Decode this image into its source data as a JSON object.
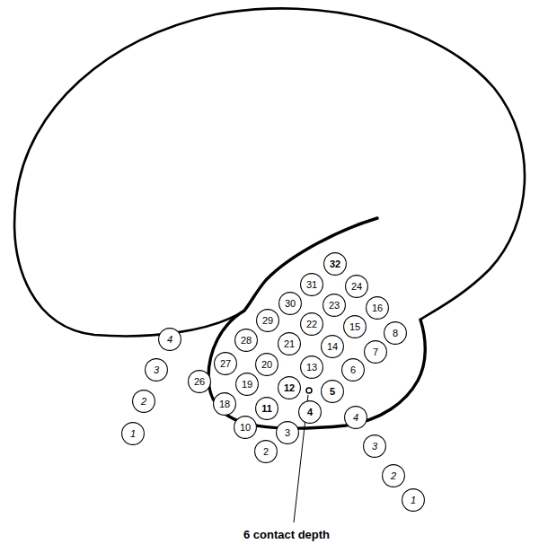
{
  "diagram": {
    "nodes": [
      {
        "text": [
          "2"
        ]
      },
      {
        "text": [
          "3"
        ]
      },
      {
        "text": [
          "4"
        ]
      },
      {
        "text": [
          "5"
        ]
      },
      {
        "text": [
          "6"
        ]
      },
      {
        "text": [
          "7"
        ]
      },
      {
        "text": [
          "8"
        ]
      },
      {
        "text": [
          "10"
        ]
      },
      {
        "text": [
          "11"
        ]
      },
      {
        "text": [
          "12"
        ]
      },
      {
        "text": [
          "13"
        ]
      },
      {
        "text": [
          "14"
        ]
      },
      {
        "text": [
          "15"
        ]
      },
      {
        "text": [
          "16"
        ]
      },
      {
        "text": [
          "18"
        ]
      },
      {
        "text": [
          "19"
        ]
      },
      {
        "text": [
          "20"
        ]
      },
      {
        "text": [
          "21"
        ]
      },
      {
        "text": [
          "22"
        ]
      },
      {
        "text": [
          "23"
        ]
      },
      {
        "text": [
          "24"
        ]
      },
      {
        "text": [
          "26"
        ]
      },
      {
        "text": [
          "27"
        ]
      },
      {
        "text": [
          "28"
        ]
      },
      {
        "text": [
          "29"
        ]
      },
      {
        "text": [
          "30"
        ]
      },
      {
        "text": [
          "31"
        ]
      },
      {
        "text": [
          "32"
        ]
      },
      {
        "text": [
          "1"
        ]
      },
      {
        "text": [
          "2"
        ]
      },
      {
        "text": [
          "3"
        ]
      },
      {
        "text": [
          "4"
        ]
      },
      {
        "text": [
          "1"
        ]
      },
      {
        "text": [
          "2"
        ]
      },
      {
        "text": [
          "3"
        ]
      },
      {
        "text": [
          "4"
        ]
      }
    ],
    "labels": [
      "6 contact depth"
    ]
  }
}
